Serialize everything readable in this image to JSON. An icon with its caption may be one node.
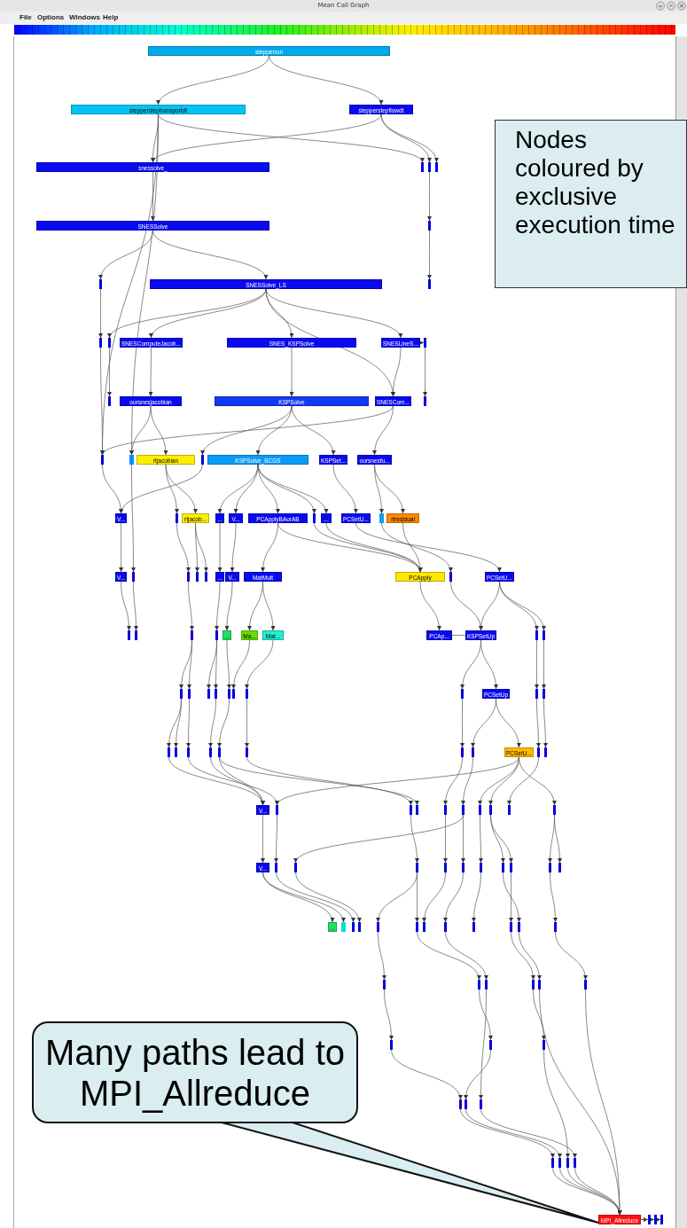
{
  "diagram": {
    "title": "Mean Call Graph",
    "nodes": [
      {
        "text": [
          "stepperrun"
        ]
      },
      {
        "text": [
          "steppersteptransportdt"
        ]
      },
      {
        "text": [
          "stepperstepflowdt"
        ]
      },
      {
        "text": [
          "snessolve_"
        ]
      },
      {
        "text": [],
        "shape": "bar"
      },
      {
        "text": [],
        "shape": "bar"
      },
      {
        "text": [],
        "shape": "bar"
      },
      {
        "text": [
          "SNESSolve"
        ]
      },
      {
        "text": [],
        "shape": "bar"
      },
      {
        "text": [],
        "shape": "bar"
      },
      {
        "text": [
          "SNESSolve_LS"
        ]
      },
      {
        "text": [],
        "shape": "bar"
      },
      {
        "text": [],
        "shape": "bar"
      },
      {
        "text": [],
        "shape": "bar"
      },
      {
        "text": [
          "SNESComputeJacob..."
        ]
      },
      {
        "text": [
          "SNES_KSPSolve"
        ]
      },
      {
        "text": [
          "SNESLineS..."
        ]
      },
      {
        "text": [],
        "shape": "bar"
      },
      {
        "text": [],
        "shape": "bar"
      },
      {
        "text": [
          "oursnesjacobian"
        ]
      },
      {
        "text": [
          "KSPSolve"
        ]
      },
      {
        "text": [
          "SNESCom..."
        ]
      },
      {
        "text": [],
        "shape": "bar"
      },
      {
        "text": [],
        "shape": "bar"
      },
      {
        "text": [],
        "shape": "bar"
      },
      {
        "text": [
          "rtjacobian"
        ]
      },
      {
        "text": [],
        "shape": "bar"
      },
      {
        "text": [
          "KSPSolve_BCGS"
        ]
      },
      {
        "text": [
          "KSPSet..."
        ]
      },
      {
        "text": [
          "oursnesfu..."
        ]
      },
      {
        "text": [
          "V..."
        ]
      },
      {
        "text": [],
        "shape": "bar"
      },
      {
        "text": [
          "rtjacob..."
        ]
      },
      {
        "text": [
          "..."
        ]
      },
      {
        "text": [
          "V..."
        ]
      },
      {
        "text": [
          "PCApplyBAorAB"
        ]
      },
      {
        "text": [],
        "shape": "bar"
      },
      {
        "text": [
          "..."
        ]
      },
      {
        "text": [
          "PCSetU..."
        ]
      },
      {
        "text": [],
        "shape": "bar"
      },
      {
        "text": [
          "rtresidual"
        ]
      },
      {
        "text": [
          "V..."
        ]
      },
      {
        "text": [],
        "shape": "bar"
      },
      {
        "text": [],
        "shape": "bar"
      },
      {
        "text": [],
        "shape": "bar"
      },
      {
        "text": [],
        "shape": "bar"
      },
      {
        "text": [
          "..."
        ]
      },
      {
        "text": [
          "V..."
        ]
      },
      {
        "text": [
          "MatMult"
        ]
      },
      {
        "text": [
          "PCApply"
        ]
      },
      {
        "text": [],
        "shape": "bar"
      },
      {
        "text": [
          "PCSetU..."
        ]
      },
      {
        "text": [],
        "shape": "bar"
      },
      {
        "text": [],
        "shape": "bar"
      },
      {
        "text": [],
        "shape": "bar"
      },
      {
        "text": [],
        "shape": "bar"
      },
      {
        "text": [
          "..."
        ]
      },
      {
        "text": [
          "Ma..."
        ]
      },
      {
        "text": [
          "Mat..."
        ]
      },
      {
        "text": [
          "PCAp..."
        ]
      },
      {
        "text": [
          "KSPSetUp"
        ]
      },
      {
        "text": [],
        "shape": "bar"
      },
      {
        "text": [],
        "shape": "bar"
      },
      {
        "text": [],
        "shape": "bar"
      },
      {
        "text": [],
        "shape": "bar"
      },
      {
        "text": [],
        "shape": "bar"
      },
      {
        "text": [],
        "shape": "bar"
      },
      {
        "text": [],
        "shape": "bar"
      },
      {
        "text": [],
        "shape": "bar"
      },
      {
        "text": [],
        "shape": "bar"
      },
      {
        "text": [],
        "shape": "bar"
      },
      {
        "text": [
          "PCSetUp"
        ]
      },
      {
        "text": [],
        "shape": "bar"
      },
      {
        "text": [],
        "shape": "bar"
      },
      {
        "text": [],
        "shape": "bar"
      },
      {
        "text": [],
        "shape": "bar"
      },
      {
        "text": [],
        "shape": "bar"
      },
      {
        "text": [],
        "shape": "bar"
      },
      {
        "text": [],
        "shape": "bar"
      },
      {
        "text": [],
        "shape": "bar"
      },
      {
        "text": [],
        "shape": "bar"
      },
      {
        "text": [],
        "shape": "bar"
      },
      {
        "text": [
          "PCSetU..."
        ]
      },
      {
        "text": [],
        "shape": "bar"
      },
      {
        "text": [],
        "shape": "bar"
      },
      {
        "text": [
          "V..."
        ]
      },
      {
        "text": [],
        "shape": "bar"
      },
      {
        "text": [],
        "shape": "bar"
      },
      {
        "text": [],
        "shape": "bar"
      },
      {
        "text": [],
        "shape": "bar"
      },
      {
        "text": [],
        "shape": "bar"
      },
      {
        "text": [],
        "shape": "bar"
      },
      {
        "text": [],
        "shape": "bar"
      },
      {
        "text": [],
        "shape": "bar"
      },
      {
        "text": [],
        "shape": "bar"
      },
      {
        "text": [
          "V..."
        ]
      },
      {
        "text": [],
        "shape": "bar"
      },
      {
        "text": [],
        "shape": "bar"
      },
      {
        "text": [],
        "shape": "bar"
      },
      {
        "text": [],
        "shape": "bar"
      },
      {
        "text": [],
        "shape": "bar"
      },
      {
        "text": [],
        "shape": "bar"
      },
      {
        "text": [],
        "shape": "bar"
      },
      {
        "text": [],
        "shape": "bar"
      },
      {
        "text": [],
        "shape": "bar"
      },
      {
        "text": [],
        "shape": "bar"
      },
      {
        "text": [
          "..."
        ]
      },
      {
        "text": [],
        "shape": "bar"
      },
      {
        "text": [],
        "shape": "bar"
      },
      {
        "text": [],
        "shape": "bar"
      },
      {
        "text": [],
        "shape": "bar"
      },
      {
        "text": [],
        "shape": "bar"
      },
      {
        "text": [],
        "shape": "bar"
      },
      {
        "text": [],
        "shape": "bar"
      },
      {
        "text": [],
        "shape": "bar"
      },
      {
        "text": [],
        "shape": "bar"
      },
      {
        "text": [],
        "shape": "bar"
      },
      {
        "text": [],
        "shape": "bar"
      },
      {
        "text": [],
        "shape": "bar"
      },
      {
        "text": [],
        "shape": "bar"
      },
      {
        "text": [],
        "shape": "bar"
      },
      {
        "text": [],
        "shape": "bar"
      },
      {
        "text": [],
        "shape": "bar"
      },
      {
        "text": [],
        "shape": "bar"
      },
      {
        "text": [],
        "shape": "bar"
      },
      {
        "text": [],
        "shape": "bar"
      },
      {
        "text": [],
        "shape": "bar"
      },
      {
        "text": [],
        "shape": "bar"
      },
      {
        "text": [],
        "shape": "bar"
      },
      {
        "text": [],
        "shape": "bar"
      },
      {
        "text": [],
        "shape": "bar"
      },
      {
        "text": [],
        "shape": "bar"
      },
      {
        "text": [],
        "shape": "bar"
      },
      {
        "text": [],
        "shape": "bar"
      },
      {
        "text": [
          "MPI_Allreduce"
        ]
      },
      {
        "text": [],
        "shape": "bar"
      },
      {
        "text": [],
        "shape": "bar"
      },
      {
        "text": [],
        "shape": "bar"
      },
      {
        "text": [
          "Nodes coloured by exclusive execution time"
        ]
      },
      {
        "text": [
          "Many paths lead to MPI_Allreduce"
        ]
      }
    ],
    "edges": [
      {
        "from": 0,
        "to": 1,
        "arrow": "to"
      },
      {
        "from": 0,
        "to": 2,
        "arrow": "to"
      },
      {
        "from": 1,
        "to": 3,
        "arrow": "to"
      },
      {
        "from": 2,
        "to": 3,
        "arrow": "to"
      },
      {
        "from": 1,
        "to": 4,
        "arrow": "to"
      },
      {
        "from": 2,
        "to": 5,
        "arrow": "to"
      },
      {
        "from": 2,
        "to": 6,
        "arrow": "to"
      },
      {
        "from": 5,
        "to": 8,
        "arrow": "to"
      },
      {
        "from": 3,
        "to": 7,
        "arrow": "to"
      },
      {
        "from": 8,
        "to": 11,
        "arrow": "to"
      },
      {
        "from": 7,
        "to": 9,
        "arrow": "to"
      },
      {
        "from": 7,
        "to": 10,
        "arrow": "to"
      },
      {
        "from": 9,
        "to": 12,
        "arrow": "to"
      },
      {
        "from": 10,
        "to": 13,
        "arrow": "to"
      },
      {
        "from": 10,
        "to": 14,
        "arrow": "to"
      },
      {
        "from": 10,
        "to": 15,
        "arrow": "to"
      },
      {
        "from": 10,
        "to": 16,
        "arrow": "to"
      },
      {
        "from": 10,
        "to": 21,
        "arrow": "to"
      },
      {
        "from": 16,
        "to": 17,
        "arrow": "to"
      },
      {
        "from": 17,
        "to": 22,
        "arrow": "to"
      },
      {
        "from": 13,
        "to": 18,
        "arrow": "to"
      },
      {
        "from": 14,
        "to": 19,
        "arrow": "to"
      },
      {
        "from": 15,
        "to": 20,
        "arrow": "to"
      },
      {
        "from": 16,
        "to": 21,
        "arrow": "to"
      },
      {
        "from": 12,
        "to": 23,
        "arrow": "to"
      },
      {
        "from": 1,
        "to": 23,
        "arrow": "to"
      },
      {
        "from": 1,
        "to": 24,
        "arrow": "to"
      },
      {
        "from": 19,
        "to": 24,
        "arrow": "to"
      },
      {
        "from": 19,
        "to": 25,
        "arrow": "to"
      },
      {
        "from": 20,
        "to": 26,
        "arrow": "to"
      },
      {
        "from": 20,
        "to": 27,
        "arrow": "to"
      },
      {
        "from": 20,
        "to": 28,
        "arrow": "to"
      },
      {
        "from": 21,
        "to": 29,
        "arrow": "to"
      },
      {
        "from": 21,
        "to": 23,
        "arrow": "to"
      },
      {
        "from": 23,
        "to": 30,
        "arrow": "to"
      },
      {
        "from": 26,
        "to": 30,
        "arrow": "to"
      },
      {
        "from": 25,
        "to": 31,
        "arrow": "to"
      },
      {
        "from": 25,
        "to": 32,
        "arrow": "to"
      },
      {
        "from": 27,
        "to": 33,
        "arrow": "to"
      },
      {
        "from": 27,
        "to": 34,
        "arrow": "to"
      },
      {
        "from": 27,
        "to": 35,
        "arrow": "to"
      },
      {
        "from": 27,
        "to": 36,
        "arrow": "to"
      },
      {
        "from": 27,
        "to": 37,
        "arrow": "to"
      },
      {
        "from": 28,
        "to": 38,
        "arrow": "to"
      },
      {
        "from": 29,
        "to": 39,
        "arrow": "to"
      },
      {
        "from": 29,
        "to": 40,
        "arrow": "to"
      },
      {
        "from": 30,
        "to": 41,
        "arrow": "to"
      },
      {
        "from": 31,
        "to": 43,
        "arrow": "to"
      },
      {
        "from": 32,
        "to": 44,
        "arrow": "to"
      },
      {
        "from": 32,
        "to": 45,
        "arrow": "to"
      },
      {
        "from": 33,
        "to": 46,
        "arrow": "to"
      },
      {
        "from": 34,
        "to": 47,
        "arrow": "to"
      },
      {
        "from": 35,
        "to": 48,
        "arrow": "to"
      },
      {
        "from": 35,
        "to": 49,
        "arrow": "to"
      },
      {
        "from": 36,
        "to": 49,
        "arrow": "to"
      },
      {
        "from": 37,
        "to": 49,
        "arrow": "to"
      },
      {
        "from": 38,
        "to": 51,
        "arrow": "to"
      },
      {
        "from": 39,
        "to": 50,
        "arrow": "to"
      },
      {
        "from": 40,
        "to": 49,
        "arrow": "to"
      },
      {
        "from": 24,
        "to": 42,
        "arrow": "to"
      },
      {
        "from": 41,
        "to": 52,
        "arrow": "to"
      },
      {
        "from": 42,
        "to": 53,
        "arrow": "to"
      },
      {
        "from": 43,
        "to": 54,
        "arrow": "to"
      },
      {
        "from": 46,
        "to": 55,
        "arrow": "to"
      },
      {
        "from": 47,
        "to": 56,
        "arrow": "to"
      },
      {
        "from": 48,
        "to": 57,
        "arrow": "to"
      },
      {
        "from": 48,
        "to": 58,
        "arrow": "to"
      },
      {
        "from": 49,
        "to": 59,
        "arrow": "to"
      },
      {
        "from": 59,
        "to": 60,
        "arrow": "none"
      },
      {
        "from": 50,
        "to": 60,
        "arrow": "to"
      },
      {
        "from": 51,
        "to": 60,
        "arrow": "to"
      },
      {
        "from": 51,
        "to": 61,
        "arrow": "to"
      },
      {
        "from": 51,
        "to": 62,
        "arrow": "to"
      },
      {
        "from": 54,
        "to": 63,
        "arrow": "to"
      },
      {
        "from": 54,
        "to": 64,
        "arrow": "to"
      },
      {
        "from": 55,
        "to": 65,
        "arrow": "to"
      },
      {
        "from": 55,
        "to": 66,
        "arrow": "to"
      },
      {
        "from": 56,
        "to": 67,
        "arrow": "to"
      },
      {
        "from": 57,
        "to": 68,
        "arrow": "to"
      },
      {
        "from": 58,
        "to": 69,
        "arrow": "to"
      },
      {
        "from": 60,
        "to": 70,
        "arrow": "to"
      },
      {
        "from": 60,
        "to": 71,
        "arrow": "to"
      },
      {
        "from": 61,
        "to": 72,
        "arrow": "to"
      },
      {
        "from": 62,
        "to": 73,
        "arrow": "to"
      },
      {
        "from": 63,
        "to": 74,
        "arrow": "to"
      },
      {
        "from": 63,
        "to": 75,
        "arrow": "to"
      },
      {
        "from": 64,
        "to": 76,
        "arrow": "to"
      },
      {
        "from": 66,
        "to": 77,
        "arrow": "to"
      },
      {
        "from": 67,
        "to": 78,
        "arrow": "to"
      },
      {
        "from": 69,
        "to": 79,
        "arrow": "to"
      },
      {
        "from": 70,
        "to": 80,
        "arrow": "to"
      },
      {
        "from": 71,
        "to": 81,
        "arrow": "to"
      },
      {
        "from": 71,
        "to": 82,
        "arrow": "to"
      },
      {
        "from": 72,
        "to": 83,
        "arrow": "to"
      },
      {
        "from": 73,
        "to": 84,
        "arrow": "to"
      },
      {
        "from": 74,
        "to": 85,
        "arrow": "to"
      },
      {
        "from": 76,
        "to": 86,
        "arrow": "to"
      },
      {
        "from": 77,
        "to": 85,
        "arrow": "to"
      },
      {
        "from": 78,
        "to": 85,
        "arrow": "to"
      },
      {
        "from": 79,
        "to": 87,
        "arrow": "to"
      },
      {
        "from": 82,
        "to": 86,
        "arrow": "to"
      },
      {
        "from": 80,
        "to": 89,
        "arrow": "to"
      },
      {
        "from": 81,
        "to": 90,
        "arrow": "to"
      },
      {
        "from": 82,
        "to": 91,
        "arrow": "to"
      },
      {
        "from": 82,
        "to": 92,
        "arrow": "to"
      },
      {
        "from": 82,
        "to": 94,
        "arrow": "to"
      },
      {
        "from": 83,
        "to": 93,
        "arrow": "to"
      },
      {
        "from": 78,
        "to": 88,
        "arrow": "to"
      },
      {
        "from": 85,
        "to": 95,
        "arrow": "to"
      },
      {
        "from": 86,
        "to": 96,
        "arrow": "to"
      },
      {
        "from": 90,
        "to": 97,
        "arrow": "to"
      },
      {
        "from": 87,
        "to": 98,
        "arrow": "to"
      },
      {
        "from": 89,
        "to": 99,
        "arrow": "to"
      },
      {
        "from": 90,
        "to": 100,
        "arrow": "to"
      },
      {
        "from": 91,
        "to": 101,
        "arrow": "to"
      },
      {
        "from": 92,
        "to": 102,
        "arrow": "to"
      },
      {
        "from": 92,
        "to": 103,
        "arrow": "to"
      },
      {
        "from": 94,
        "to": 104,
        "arrow": "to"
      },
      {
        "from": 94,
        "to": 105,
        "arrow": "to"
      },
      {
        "from": 95,
        "to": 106,
        "arrow": "to"
      },
      {
        "from": 95,
        "to": 107,
        "arrow": "to"
      },
      {
        "from": 96,
        "to": 108,
        "arrow": "to"
      },
      {
        "from": 97,
        "to": 109,
        "arrow": "to"
      },
      {
        "from": 98,
        "to": 110,
        "arrow": "to"
      },
      {
        "from": 98,
        "to": 111,
        "arrow": "to"
      },
      {
        "from": 99,
        "to": 112,
        "arrow": "to"
      },
      {
        "from": 100,
        "to": 113,
        "arrow": "to"
      },
      {
        "from": 101,
        "to": 114,
        "arrow": "to"
      },
      {
        "from": 103,
        "to": 115,
        "arrow": "to"
      },
      {
        "from": 102,
        "to": 116,
        "arrow": "to"
      },
      {
        "from": 104,
        "to": 117,
        "arrow": "to"
      },
      {
        "from": 110,
        "to": 118,
        "arrow": "to"
      },
      {
        "from": 111,
        "to": 119,
        "arrow": "to"
      },
      {
        "from": 113,
        "to": 120,
        "arrow": "to"
      },
      {
        "from": 115,
        "to": 121,
        "arrow": "to"
      },
      {
        "from": 116,
        "to": 122,
        "arrow": "to"
      },
      {
        "from": 117,
        "to": 123,
        "arrow": "to"
      },
      {
        "from": 118,
        "to": 124,
        "arrow": "to"
      },
      {
        "from": 119,
        "to": 125,
        "arrow": "to"
      },
      {
        "from": 121,
        "to": 126,
        "arrow": "to"
      },
      {
        "from": 124,
        "to": 127,
        "arrow": "to"
      },
      {
        "from": 125,
        "to": 128,
        "arrow": "to"
      },
      {
        "from": 120,
        "to": 129,
        "arrow": "to"
      },
      {
        "from": 127,
        "to": 130,
        "arrow": "to"
      },
      {
        "from": 128,
        "to": 131,
        "arrow": "to"
      },
      {
        "from": 126,
        "to": 132,
        "arrow": "to"
      },
      {
        "from": 129,
        "to": 133,
        "arrow": "to"
      },
      {
        "from": 130,
        "to": 134,
        "arrow": "to"
      },
      {
        "from": 131,
        "to": 134,
        "arrow": "to"
      },
      {
        "from": 132,
        "to": 134,
        "arrow": "to"
      },
      {
        "from": 133,
        "to": 134,
        "arrow": "to"
      },
      {
        "from": 122,
        "to": 134,
        "arrow": "to"
      },
      {
        "from": 123,
        "to": 134,
        "arrow": "to"
      },
      {
        "from": 134,
        "to": 135,
        "arrow": "to"
      },
      {
        "from": 134,
        "to": 136,
        "arrow": "to"
      },
      {
        "from": 134,
        "to": 137,
        "arrow": "to"
      },
      {
        "from": 139,
        "to": 134,
        "arrow": "none"
      }
    ],
    "labels": [
      "File",
      "Options",
      "Windows",
      "Help"
    ]
  }
}
